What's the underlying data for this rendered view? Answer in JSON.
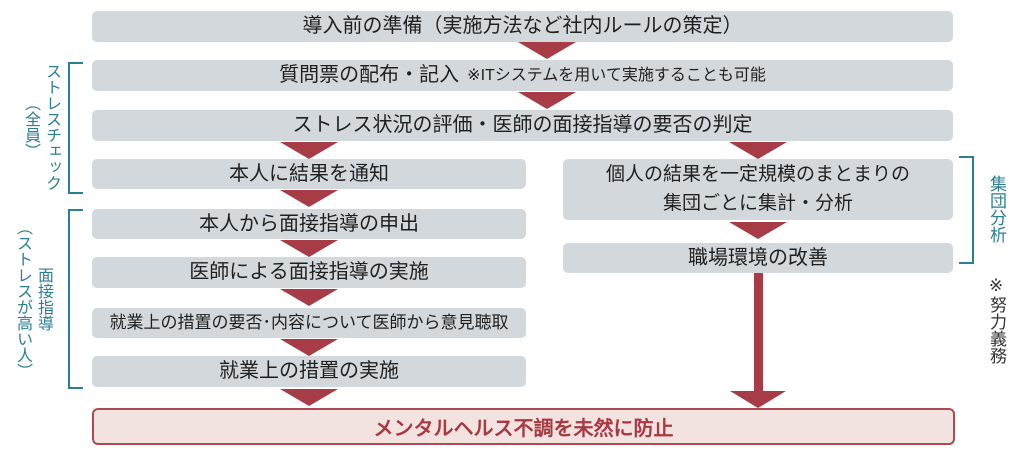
{
  "colors": {
    "box_fill": "#d3d8dd",
    "arrow_red": "#a73b46",
    "bracket_teal": "#2b7f92",
    "text_dark": "#1f1f1f",
    "final_fill": "#f2e3e0",
    "final_border": "#b04a52",
    "final_text": "#a93842"
  },
  "flow": {
    "prep": "導入前の準備（実施方法など社内ルールの策定）",
    "questionnaire": "質問票の配布・記入",
    "questionnaire_note": "※ITシステムを用いて実施することも可能",
    "evaluation": "ストレス状況の評価・医師の面接指導の要否の判定",
    "notify": "本人に結果を通知",
    "request": "本人から面接指導の申出",
    "doctor_interview": "医師による面接指導の実施",
    "opinion": "就業上の措置の要否･内容について医師から意見聴取",
    "measures": "就業上の措置の実施",
    "aggregate_line1": "個人の結果を一定規模のまとまりの",
    "aggregate_line2": "集団ごとに集計・分析",
    "workplace": "職場環境の改善",
    "final": "メンタルヘルス不調を未然に防止"
  },
  "side_labels": {
    "stress_check": "ストレスチェック",
    "stress_check_sub": "（全員）",
    "interview": "面接指導",
    "interview_sub": "（ストレスが高い人）",
    "group_analysis": "集団分析",
    "effort_duty": "※努力義務"
  }
}
